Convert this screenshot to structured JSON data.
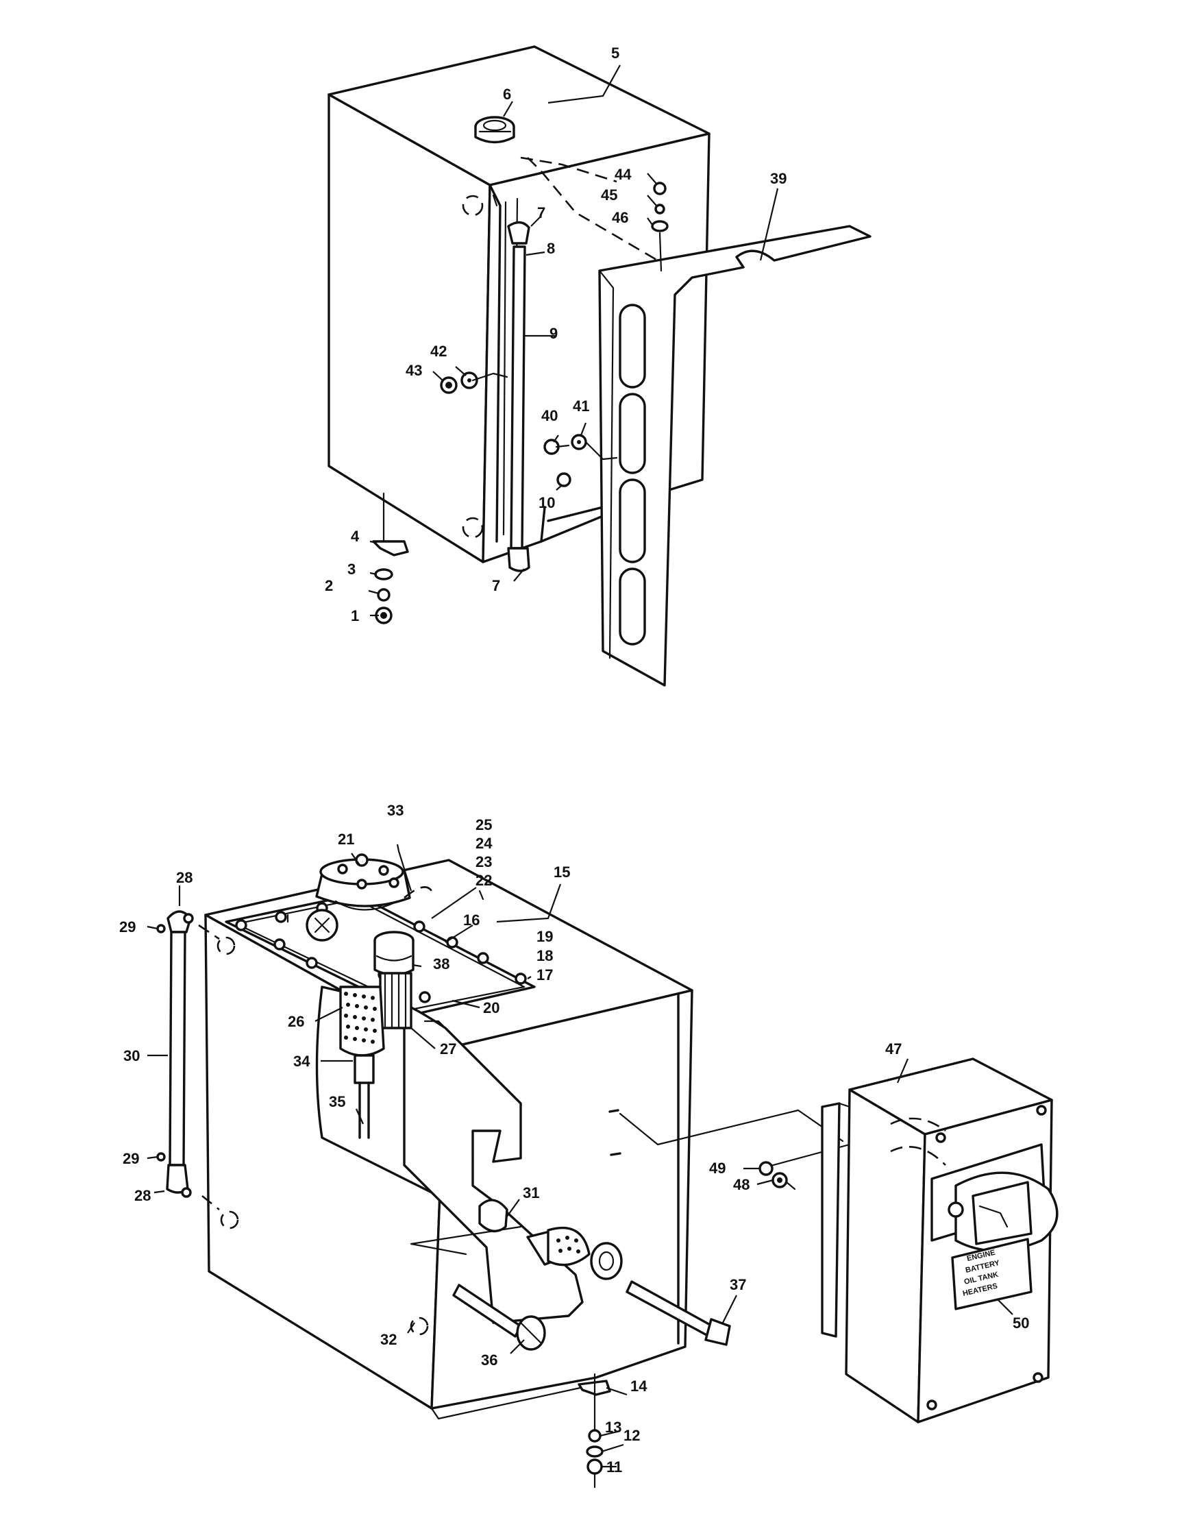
{
  "upper_assembly": {
    "callouts": [
      "1",
      "2",
      "3",
      "4",
      "5",
      "6",
      "7",
      "7",
      "8",
      "9",
      "10",
      "39",
      "40",
      "41",
      "42",
      "43",
      "44",
      "45",
      "46"
    ]
  },
  "lower_assembly": {
    "callouts": [
      "11",
      "12",
      "13",
      "14",
      "15",
      "16",
      "17",
      "18",
      "19",
      "20",
      "21",
      "22",
      "23",
      "24",
      "25",
      "26",
      "27",
      "28",
      "28",
      "29",
      "29",
      "30",
      "31",
      "32",
      "33",
      "34",
      "35",
      "36",
      "37",
      "38"
    ]
  },
  "heater_box": {
    "callouts": [
      "47",
      "48",
      "49",
      "50"
    ],
    "plate_text": [
      "ENGINE",
      "BATTERY",
      "OIL TANK",
      "HEATERS"
    ]
  }
}
